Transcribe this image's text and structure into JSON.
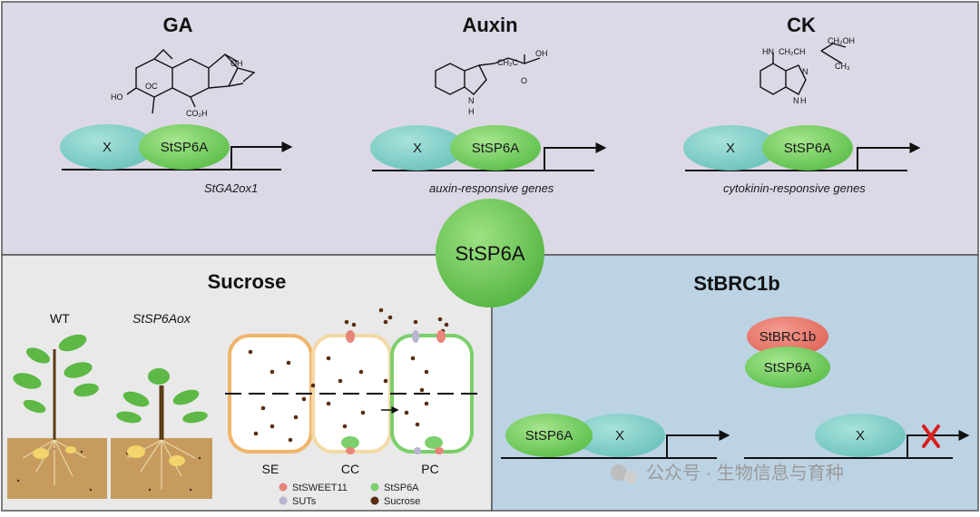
{
  "panels": {
    "top": {
      "sections": [
        {
          "title": "GA",
          "x_label": "X",
          "sp6a_label": "StSP6A",
          "gene": "StGA2ox1"
        },
        {
          "title": "Auxin",
          "x_label": "X",
          "sp6a_label": "StSP6A",
          "gene": "auxin-responsive genes"
        },
        {
          "title": "CK",
          "x_label": "X",
          "sp6a_label": "StSP6A",
          "gene": "cytokinin-responsive genes"
        }
      ],
      "chem": {
        "ga_ho_left": "HO",
        "ga_oc": "OC",
        "ga_oh": "OH",
        "ga_co2h": "CO₂H",
        "auxin_ch2": "CH₂C",
        "auxin_oh": "OH",
        "auxin_o": "O",
        "auxin_n": "N",
        "auxin_h": "H",
        "ck_hn": "HN",
        "ck_chain": "CH₂CH",
        "ck_ch2oh": "CH₂OH",
        "ck_ch3": "CH₃",
        "ck_n": "N",
        "ck_nh": "N",
        "ck_h": "H"
      }
    },
    "center": {
      "label": "StSP6A"
    },
    "sucrose": {
      "title": "Sucrose",
      "wt_label": "WT",
      "ox_label": "StSP6Aox",
      "cells": [
        "SE",
        "CC",
        "PC"
      ],
      "legend": [
        {
          "label": "StSWEET11",
          "color": "#e8857a"
        },
        {
          "label": "StSP6A",
          "color": "#7ccf6a"
        },
        {
          "label": "SUTs",
          "color": "#b9b4d0"
        },
        {
          "label": "Sucrose",
          "color": "#5a2d12"
        }
      ]
    },
    "brc1b": {
      "title": "StBRC1b",
      "complex_top": "StBRC1b",
      "complex_bottom": "StSP6A",
      "left_sp6a": "StSP6A",
      "left_x": "X",
      "right_x": "X"
    }
  },
  "watermark": "公众号 · 生物信息与育种",
  "colors": {
    "top_bg": "#dcd8e6",
    "sucrose_bg": "#e9e9e9",
    "brc1b_bg": "#bcd3e4",
    "x_oval": "#7fcdc6",
    "sp6a_oval": "#7ccf6a",
    "brc1b_oval": "#e8776a",
    "red_x": "#d81f1f"
  }
}
